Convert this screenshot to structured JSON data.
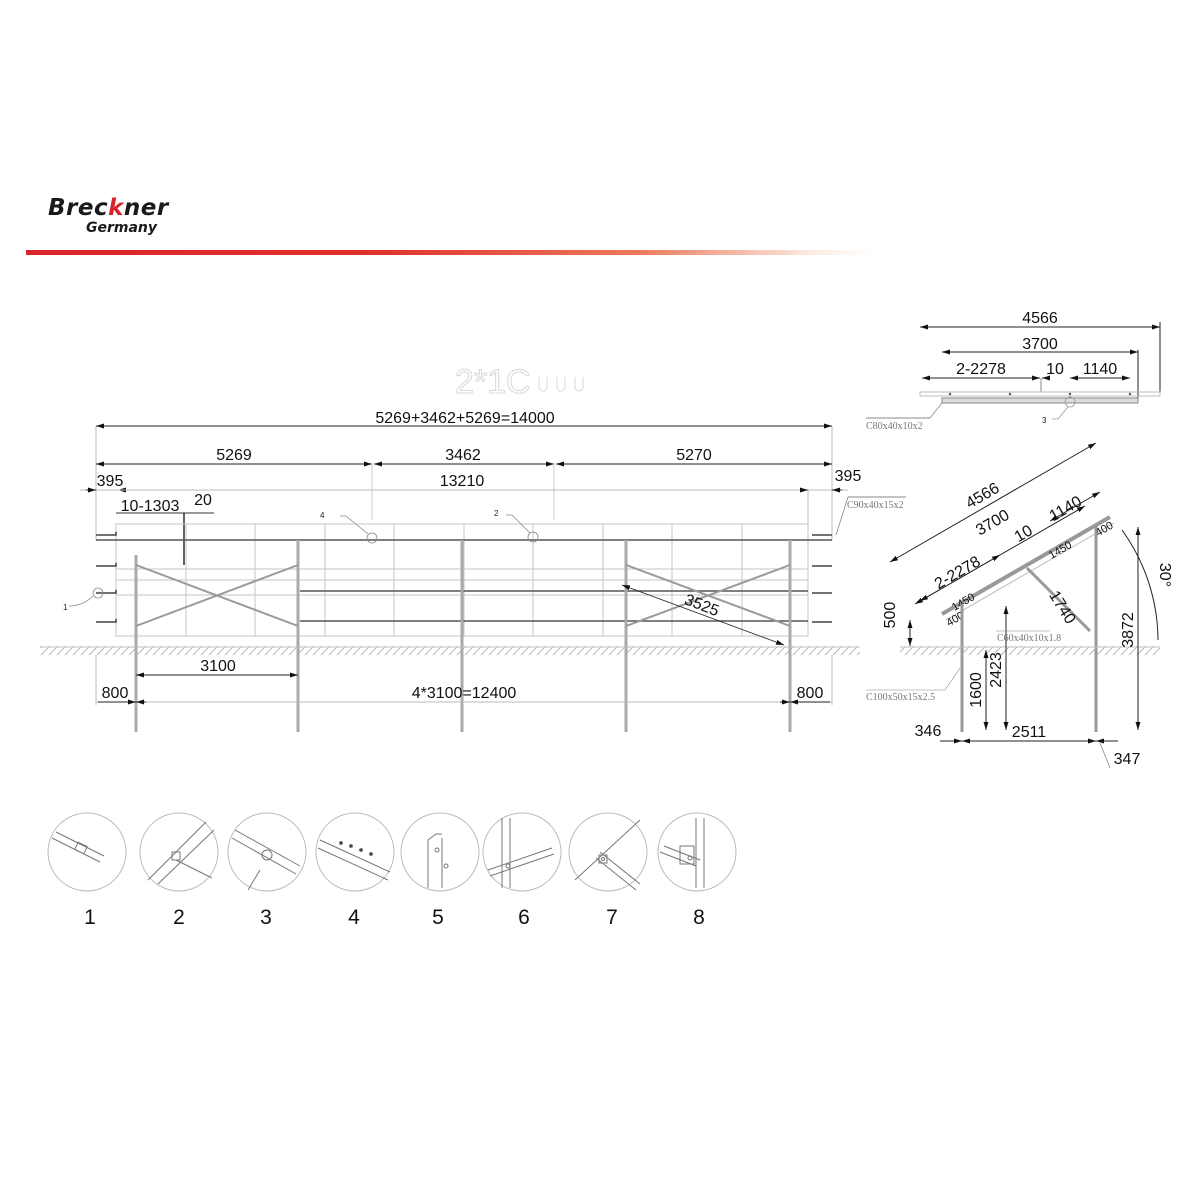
{
  "brand": {
    "name_prefix": "Brec",
    "name_k": "k",
    "name_suffix": "ner",
    "subtitle": "Germany",
    "accent_color": "#d9262b"
  },
  "watermark": "2*1C",
  "front_view": {
    "total_label": "5269+3462+5269=14000",
    "segments": [
      "5269",
      "3462",
      "5270"
    ],
    "overhang_left": "395",
    "overhang_right": "395",
    "inner_span": "13210",
    "panel_pitch": "10-1303",
    "panel_gap": "20",
    "bay_width": "3100",
    "post_offset_left": "800",
    "post_offset_right": "800",
    "post_span": "4*3100=12400",
    "brace_length": "3525",
    "rail_spec": "C90x40x15x2",
    "callouts": [
      "1",
      "4",
      "2"
    ]
  },
  "top_view": {
    "total": "4566",
    "rail_length": "3700",
    "segment_a": "2-2278",
    "gap": "10",
    "segment_b": "1140",
    "rail_spec": "C80x40x10x2",
    "callout": "3"
  },
  "side_view": {
    "total": "4566",
    "rail_length": "3700",
    "segment_a": "2-2278",
    "gap": "10",
    "segment_b": "1140",
    "purlin_spacing_1": "1450",
    "purlin_spacing_2": "1450",
    "edge_low": "400",
    "edge_high": "400",
    "brace_length": "1740",
    "front_clearance": "500",
    "tilt_angle": "30°",
    "overall_height": "3872",
    "rear_post_height": "2423",
    "front_post_height": "1600",
    "post_spacing": "2511",
    "front_overhang": "346",
    "rear_overhang": "347",
    "brace_spec": "C60x40x10x1.8",
    "post_spec": "C100x50x15x2.5"
  },
  "details": [
    {
      "label": "1"
    },
    {
      "label": "2"
    },
    {
      "label": "3"
    },
    {
      "label": "4"
    },
    {
      "label": "5"
    },
    {
      "label": "6"
    },
    {
      "label": "7"
    },
    {
      "label": "8"
    }
  ]
}
